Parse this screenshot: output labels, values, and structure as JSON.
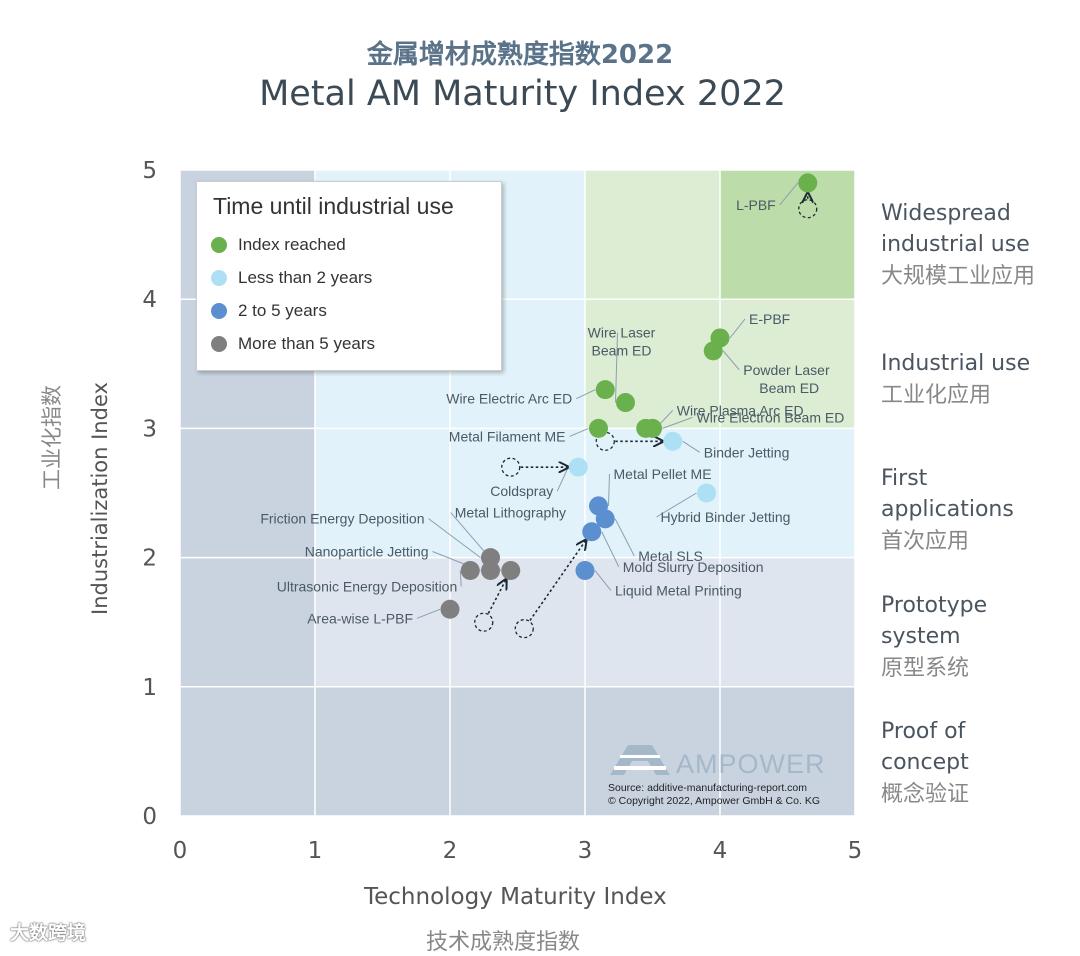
{
  "header": {
    "title_cn": "金属增材成熟度指数2022",
    "title_en": "Metal AM Maturity Index 2022"
  },
  "axes": {
    "x_label_en": "Technology Maturity Index",
    "x_label_cn": "技术成熟度指数",
    "y_label_en": "Industrialization Index",
    "y_label_cn": "工业化指数"
  },
  "bands": [
    {
      "en": [
        "Widespread",
        "industrial use"
      ],
      "cn": "大规模工业应用"
    },
    {
      "en": [
        "Industrial use"
      ],
      "cn": "工业化应用"
    },
    {
      "en": [
        "First",
        "applications"
      ],
      "cn": "首次应用"
    },
    {
      "en": [
        "Prototype",
        "system"
      ],
      "cn": "原型系统"
    },
    {
      "en": [
        "Proof of",
        "concept"
      ],
      "cn": "概念验证"
    }
  ],
  "legend": {
    "title": "Time until industrial use",
    "items": [
      {
        "label": "Index reached",
        "color": "#6ab04c"
      },
      {
        "label": "Less than 2 years",
        "color": "#aee0f5"
      },
      {
        "label": "2 to 5 years",
        "color": "#5b8fcf"
      },
      {
        "label": "More than 5 years",
        "color": "#7f7f7f"
      }
    ]
  },
  "branding": {
    "logo_text": "AMPOWER",
    "source_line": "Source: additive-manufacturing-report.com",
    "copyright_line": "© Copyright 2022, Ampower GmbH & Co. KG"
  },
  "watermark": "大数跨境",
  "chart_data": {
    "type": "scatter",
    "title": "Metal AM Maturity Index 2022",
    "xlabel": "Technology Maturity Index",
    "ylabel": "Industrialization Index",
    "xlim": [
      0,
      5
    ],
    "ylim": [
      0,
      5
    ],
    "xticks": [
      0,
      1,
      2,
      3,
      4,
      5
    ],
    "yticks": [
      0,
      1,
      2,
      3,
      4,
      5
    ],
    "grid": true,
    "legend_position": "top-left",
    "categories": {
      "reached": "Index reached",
      "lt2": "Less than 2 years",
      "2to5": "2 to 5 years",
      "gt5": "More than 5 years"
    },
    "points": [
      {
        "label": "L-PBF",
        "x": 4.65,
        "y": 4.9,
        "category": "reached"
      },
      {
        "label": "E-PBF",
        "x": 4.0,
        "y": 3.7,
        "category": "reached"
      },
      {
        "label": "Powder Laser Beam ED",
        "x": 3.95,
        "y": 3.6,
        "category": "reached"
      },
      {
        "label": "Wire Laser Beam ED",
        "x": 3.3,
        "y": 3.2,
        "category": "reached"
      },
      {
        "label": "Wire Electric Arc ED",
        "x": 3.15,
        "y": 3.3,
        "category": "reached"
      },
      {
        "label": "Wire Electron Beam ED",
        "x": 3.5,
        "y": 3.0,
        "category": "reached"
      },
      {
        "label": "Wire Plasma Arc ED",
        "x": 3.45,
        "y": 3.0,
        "category": "reached"
      },
      {
        "label": "Metal Filament ME",
        "x": 3.1,
        "y": 3.0,
        "category": "reached"
      },
      {
        "label": "Binder Jetting",
        "x": 3.65,
        "y": 2.9,
        "category": "lt2"
      },
      {
        "label": "Coldspray",
        "x": 2.95,
        "y": 2.7,
        "category": "lt2"
      },
      {
        "label": "Hybrid Binder Jetting",
        "x": 3.9,
        "y": 2.5,
        "category": "lt2"
      },
      {
        "label": "Metal Pellet ME",
        "x": 3.1,
        "y": 2.4,
        "category": "2to5"
      },
      {
        "label": "Metal SLS",
        "x": 3.15,
        "y": 2.3,
        "category": "2to5"
      },
      {
        "label": "Mold Slurry Deposition",
        "x": 3.05,
        "y": 2.2,
        "category": "2to5"
      },
      {
        "label": "Liquid Metal Printing",
        "x": 3.0,
        "y": 1.9,
        "category": "2to5"
      },
      {
        "label": "Friction Energy Deposition",
        "x": 2.3,
        "y": 2.0,
        "category": "gt5"
      },
      {
        "label": "Metal Lithography",
        "x": 2.45,
        "y": 1.9,
        "category": "gt5"
      },
      {
        "label": "Nanoparticle Jetting",
        "x": 2.3,
        "y": 1.9,
        "category": "gt5"
      },
      {
        "label": "Ultrasonic Energy Deposition",
        "x": 2.15,
        "y": 1.9,
        "category": "gt5"
      },
      {
        "label": "Area-wise L-PBF",
        "x": 2.0,
        "y": 1.6,
        "category": "gt5"
      }
    ],
    "previous_positions": [
      {
        "label": "L-PBF",
        "x": 4.65,
        "y": 4.7
      },
      {
        "label": "Binder Jetting",
        "x": 3.15,
        "y": 2.9
      },
      {
        "label": "Coldspray",
        "x": 2.45,
        "y": 2.7
      },
      {
        "label": "Metal Lithography",
        "x": 2.25,
        "y": 1.5
      },
      {
        "label": "Mold Slurry Deposition",
        "x": 2.55,
        "y": 1.45
      }
    ]
  }
}
